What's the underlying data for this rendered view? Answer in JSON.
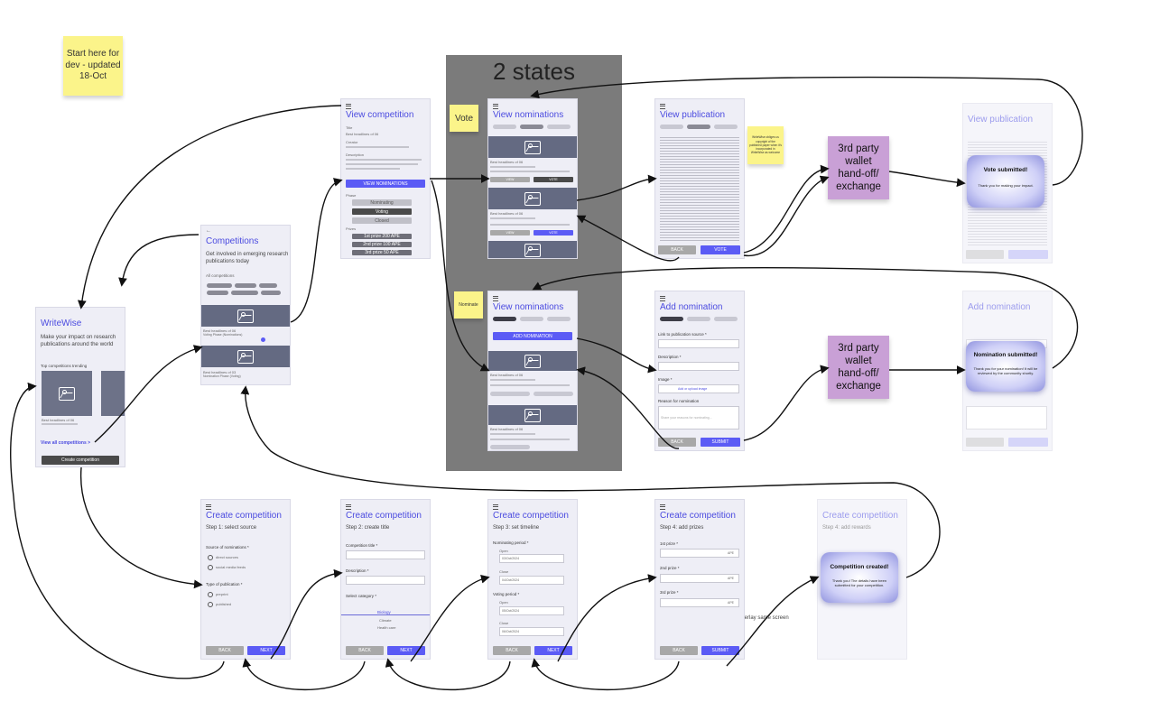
{
  "sticky_notes": {
    "start": "Start here for dev - updated 18-Oct",
    "vote": "Vote",
    "nominate": "Nominate",
    "publication_note": "WriteWise obliges us copyright of the published paper when it's incorporated in WriteWise as welcome"
  },
  "states_label": "2 states",
  "overlay_note": "Overlay same screen",
  "third_party": "3rd party wallet hand-off/ exchange",
  "screens": {
    "home": {
      "title": "WriteWise",
      "tagline": "Make your impact on research publications around the world",
      "section": "Top competitions trending",
      "card_caption": "Best headlines of 06",
      "view_all": "View all competitions >",
      "create_btn": "Create competition"
    },
    "competitions": {
      "title": "Competitions",
      "subtitle": "Get involved in emerging research publications today",
      "filter": "All competitions",
      "card1": "Best headlines of 06",
      "card1b": "Voting Phase (Nominations)",
      "card2": "Best headlines of 03",
      "card2b": "Nomination Phase (Voting)"
    },
    "view_competition": {
      "title": "View competition",
      "f1": "Title",
      "f1v": "Best headlines of 06",
      "f2": "Creator",
      "f3": "Description",
      "cta": "VIEW NOMINATIONS",
      "phase": "Phase",
      "p1": "Nominating",
      "p2": "Voting",
      "p3": "Closed",
      "prizes": "Prizes",
      "pr1": "1st prize 200 APE",
      "pr2": "2nd prize 100 APE",
      "pr3": "3rd prize 50 APE"
    },
    "view_nominations_vote": {
      "title": "View nominations",
      "caption": "Best headlines of 06",
      "view_btn": "VIEW",
      "vote_btn": "VOTE"
    },
    "view_nominations_nominate": {
      "title": "View nominations",
      "cta": "ADD NOMINATION",
      "caption": "Best headlines of 06"
    },
    "view_publication": {
      "title": "View publication",
      "back": "BACK",
      "vote": "VOTE"
    },
    "vote_submitted": {
      "title": "View publication",
      "modal_title": "Vote submitted!",
      "modal_text": "Thank you for making your impact."
    },
    "add_nomination": {
      "title": "Add nomination",
      "f1": "Link to publication source *",
      "f2": "Description *",
      "f3": "Image *",
      "upload": "Add or upload image",
      "f4": "Reason for nomination",
      "placeholder": "Share your reasons for nominating...",
      "back": "BACK",
      "submit": "SUBMIT"
    },
    "nomination_submitted": {
      "title": "Add nomination",
      "modal_title": "Nomination submitted!",
      "modal_text": "Thank you for your nomination! It will be reviewed by the community shortly."
    },
    "create1": {
      "title": "Create competition",
      "step": "Step 1: select source",
      "f1": "Source of nominations *",
      "o1": "direct sources",
      "o2": "social media feeds",
      "f2": "Type of publication *",
      "o3": "preprint",
      "o4": "published",
      "back": "BACK",
      "next": "NEXT"
    },
    "create2": {
      "title": "Create competition",
      "step": "Step 2: create title",
      "f1": "Competition title *",
      "f2": "Description *",
      "f3": "Select category *",
      "opt1": "Biology",
      "opt2": "Climate",
      "opt3": "Health care",
      "back": "BACK",
      "next": "NEXT"
    },
    "create3": {
      "title": "Create competition",
      "step": "Step 3: set timeline",
      "f1": "Nominating period *",
      "open": "Open",
      "close": "Close",
      "d1": "03/Oct/2024",
      "d2": "04/Oct/2024",
      "f2": "Voting period *",
      "d3": "05/Oct/2024",
      "d4": "06/Oct/2024",
      "back": "BACK",
      "next": "NEXT"
    },
    "create4": {
      "title": "Create competition",
      "step": "Step 4: add prizes",
      "f1": "1st prize *",
      "f2": "2nd prize *",
      "f3": "3rd prize *",
      "unit": "APE",
      "back": "BACK",
      "submit": "SUBMIT"
    },
    "create5": {
      "title": "Create competition",
      "step": "Step 4: add rewards",
      "modal_title": "Competition created!",
      "modal_text": "Thank you! The details have been submitted for your competition."
    }
  }
}
